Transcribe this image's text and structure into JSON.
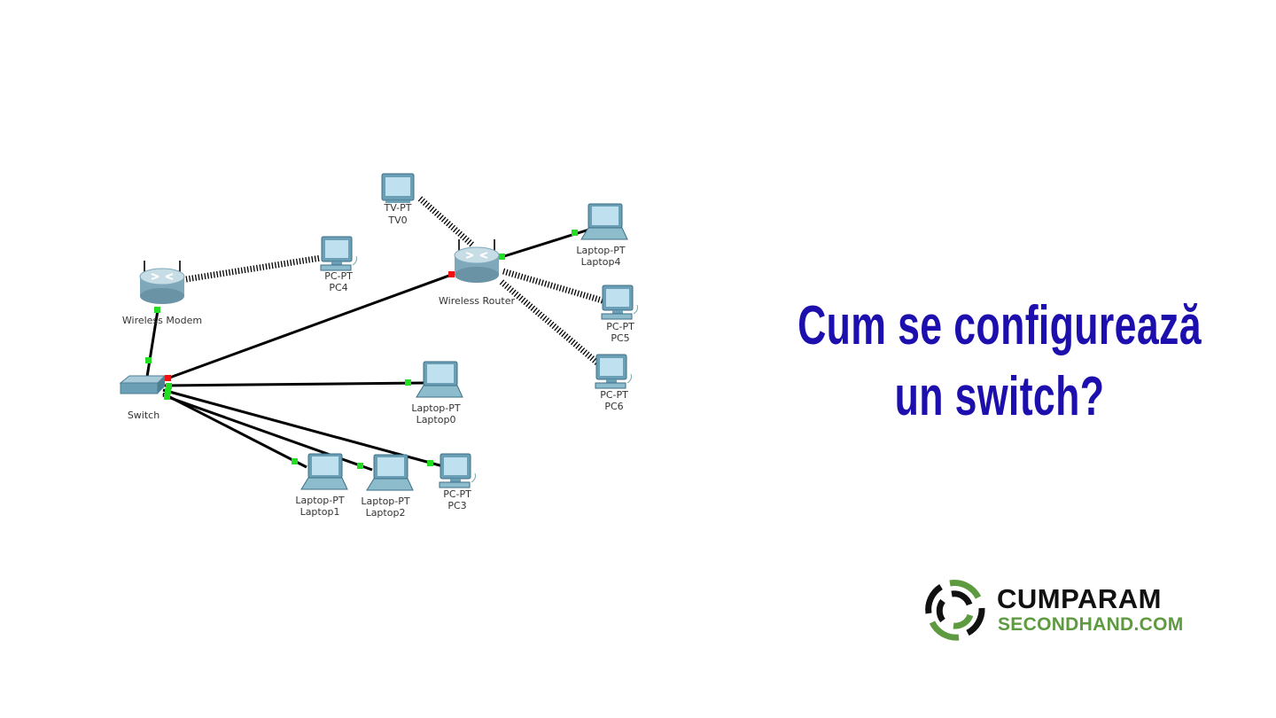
{
  "title": {
    "line1": "Cum se configurează",
    "line2": "un switch?",
    "color": "#1d0fae"
  },
  "logo": {
    "line1": "CUMPARAM",
    "line2": "SECONDHAND.COM",
    "green": "#5e9a3f"
  },
  "devices": {
    "tv0": {
      "type": "TV-PT",
      "name": "TV0"
    },
    "router": {
      "name": "Wireless Router"
    },
    "laptop4": {
      "type": "Laptop-PT",
      "name": "Laptop4"
    },
    "pc5": {
      "type": "PC-PT",
      "name": "PC5"
    },
    "pc6": {
      "type": "PC-PT",
      "name": "PC6"
    },
    "modem": {
      "name": "Wireless Modem"
    },
    "pc4": {
      "type": "PC-PT",
      "name": "PC4"
    },
    "switch": {
      "name": "Switch"
    },
    "laptop0": {
      "type": "Laptop-PT",
      "name": "Laptop0"
    },
    "laptop1": {
      "type": "Laptop-PT",
      "name": "Laptop1"
    },
    "laptop2": {
      "type": "Laptop-PT",
      "name": "Laptop2"
    },
    "pc3": {
      "type": "PC-PT",
      "name": "PC3"
    }
  },
  "colors": {
    "link_up": "#22dd22",
    "link_down": "#ee1111",
    "device": "#7fb3c8"
  }
}
